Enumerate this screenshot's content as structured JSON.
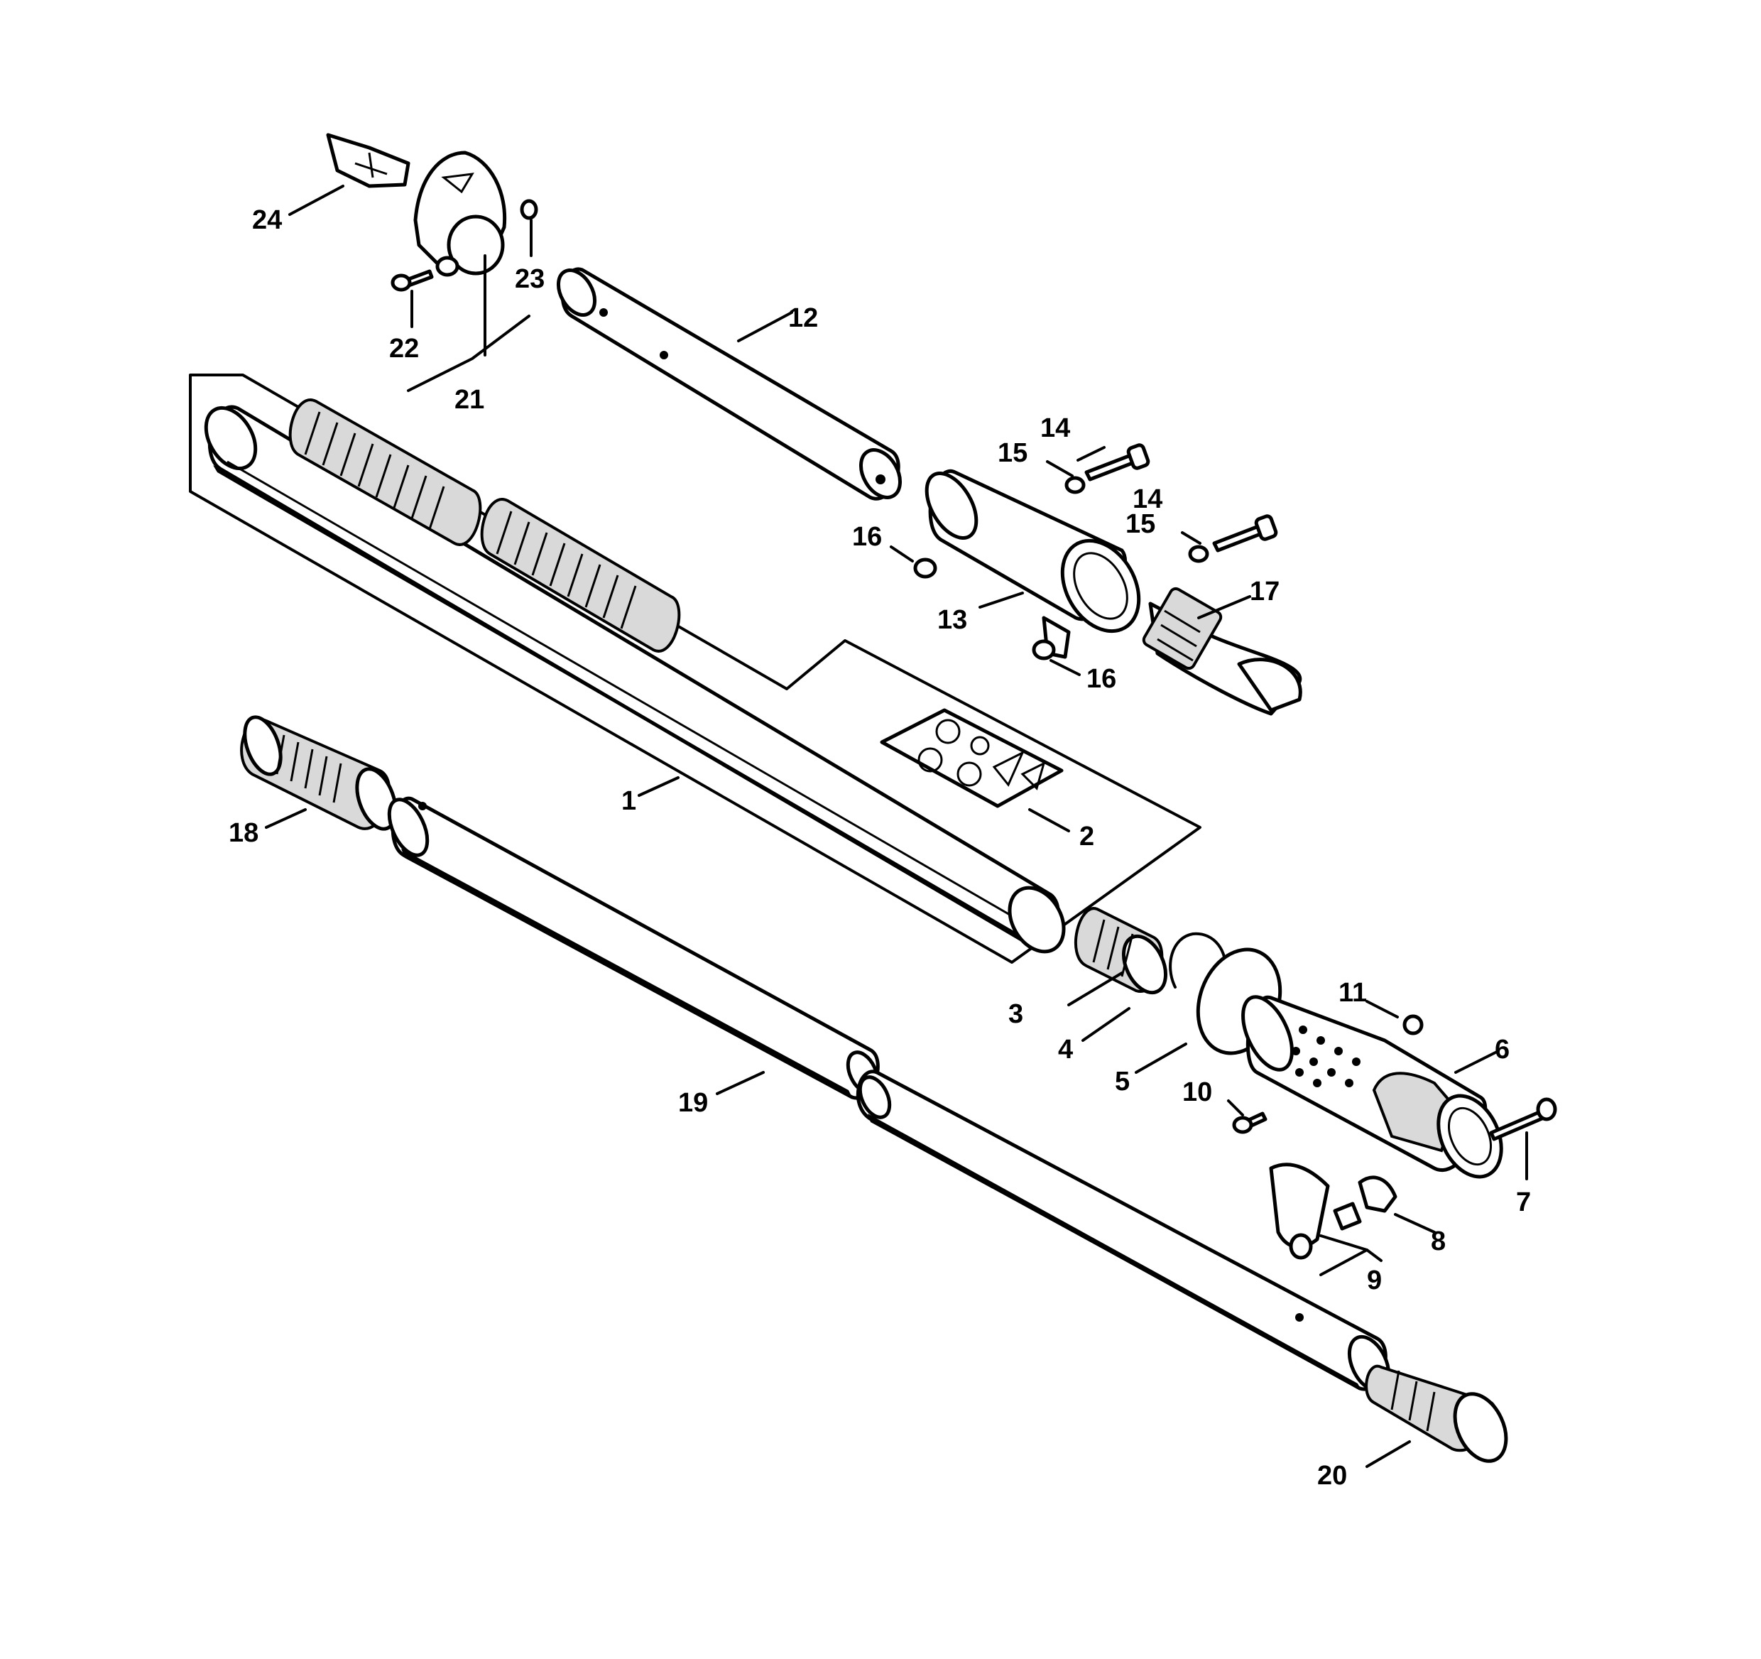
{
  "diagram": {
    "labels": {
      "p1": "1",
      "p2": "2",
      "p3": "3",
      "p4": "4",
      "p5": "5",
      "p6": "6",
      "p7": "7",
      "p8": "8",
      "p9": "9",
      "p10": "10",
      "p11": "11",
      "p12": "12",
      "p13": "13",
      "p14a": "14",
      "p14b": "14",
      "p15a": "15",
      "p15b": "15",
      "p16a": "16",
      "p16b": "16",
      "p17": "17",
      "p18": "18",
      "p19": "19",
      "p20": "20",
      "p21": "21",
      "p22": "22",
      "p23": "23",
      "p24": "24"
    },
    "colors": {
      "line": "#000000",
      "background": "#ffffff",
      "shade": "#d9d9d9"
    }
  }
}
